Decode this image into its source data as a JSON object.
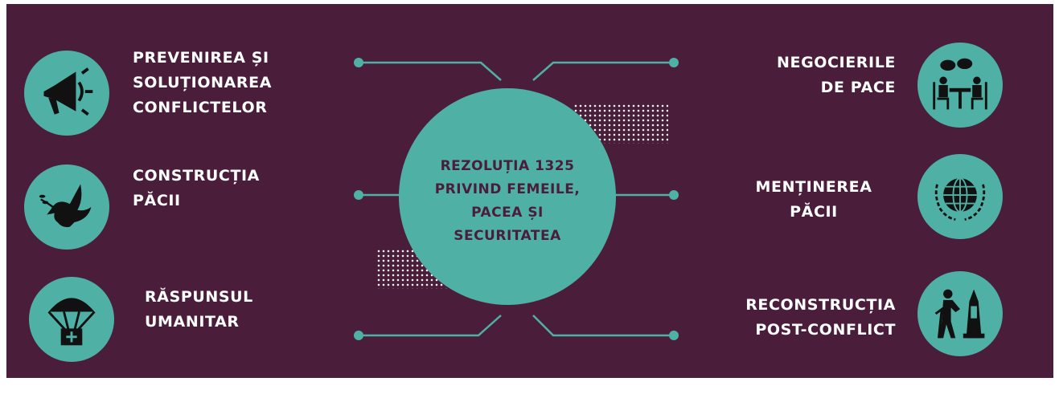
{
  "center": {
    "title": "REZOLUȚIA 1325\nPRIVIND FEMEILE,\nPACEA ȘI\nSECURITATEA"
  },
  "left_items": [
    {
      "label": "PREVENIREA ȘI\nSOLUȚIONAREA\nCONFLICTELOR",
      "icon": "megaphone-icon"
    },
    {
      "label": "CONSTRUCȚIA\nPĂCII",
      "icon": "dove-icon"
    },
    {
      "label": "RĂSPUNSUL\nUMANITAR",
      "icon": "parachute-aid-icon"
    }
  ],
  "right_items": [
    {
      "label": "NEGOCIERILE\nDE PACE",
      "icon": "negotiation-table-icon"
    },
    {
      "label": "MENȚINEREA\nPĂCII",
      "icon": "globe-laurel-icon"
    },
    {
      "label": "RECONSTRUCȚIA\nPOST-CONFLICT",
      "icon": "builder-icon"
    }
  ],
  "colors": {
    "background": "#4a1e3a",
    "accent": "#4fb0a5",
    "text": "#ffffff"
  }
}
